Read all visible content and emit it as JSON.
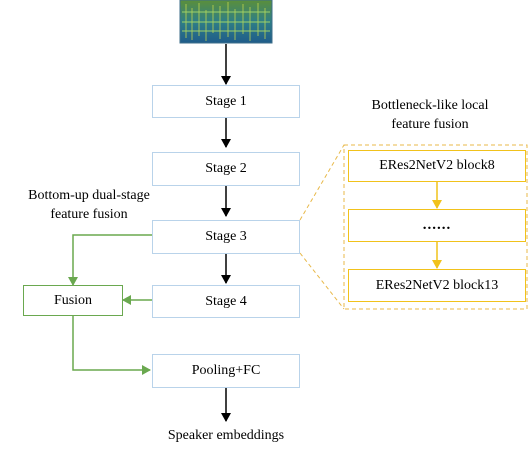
{
  "stages": [
    "Stage 1",
    "Stage 2",
    "Stage 3",
    "Stage 4"
  ],
  "fusion_label": "Fusion",
  "pooling_label": "Pooling+FC",
  "output_label": "Speaker embeddings",
  "left_annotation": [
    "Bottom-up dual-stage",
    "feature fusion"
  ],
  "right_annotation": [
    "Bottleneck-like local",
    "feature fusion"
  ],
  "blocks": [
    "ERes2NetV2 block8",
    "......",
    "ERes2NetV2 block13"
  ],
  "icons": {
    "input": "spectrogram-image"
  },
  "colors": {
    "stage_border": "#b9d3ea",
    "fusion_green": "#6aa84f",
    "block_yellow": "#f1c21b",
    "arrow_black": "#000000"
  }
}
